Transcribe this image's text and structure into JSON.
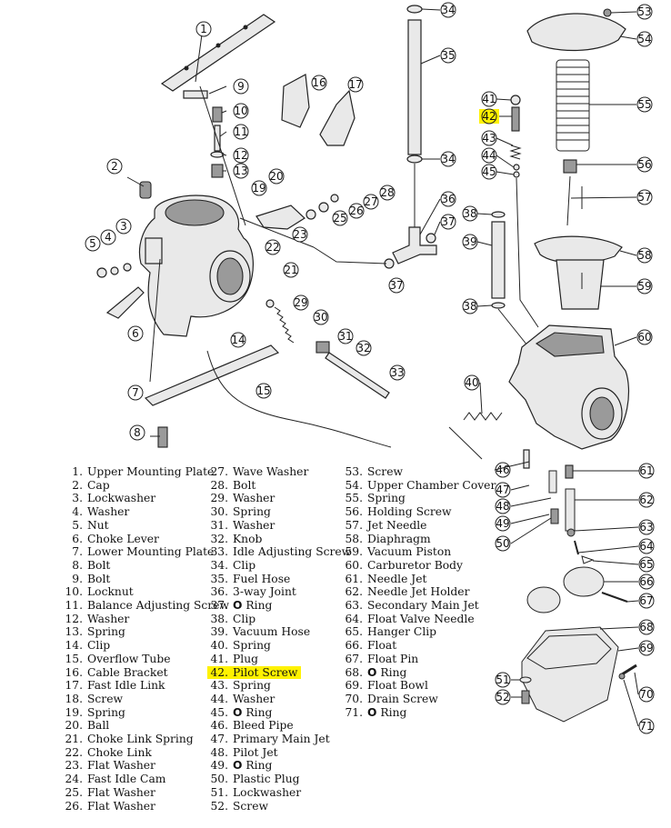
{
  "colors": {
    "highlight": "#fff200",
    "line": "#222222"
  },
  "parts": [
    {
      "num": "1.",
      "name": "Upper Mounting Plate"
    },
    {
      "num": "2.",
      "name": "Cap"
    },
    {
      "num": "3.",
      "name": "Lockwasher"
    },
    {
      "num": "4.",
      "name": "Washer"
    },
    {
      "num": "5.",
      "name": "Nut"
    },
    {
      "num": "6.",
      "name": "Choke Lever"
    },
    {
      "num": "7.",
      "name": "Lower Mounting Plate"
    },
    {
      "num": "8.",
      "name": "Bolt"
    },
    {
      "num": "9.",
      "name": "Bolt"
    },
    {
      "num": "10.",
      "name": "Locknut"
    },
    {
      "num": "11.",
      "name": "Balance Adjusting Screw"
    },
    {
      "num": "12.",
      "name": "Washer"
    },
    {
      "num": "13.",
      "name": "Spring"
    },
    {
      "num": "14.",
      "name": "Clip"
    },
    {
      "num": "15.",
      "name": "Overflow Tube"
    },
    {
      "num": "16.",
      "name": "Cable Bracket"
    },
    {
      "num": "17.",
      "name": "Fast Idle Link"
    },
    {
      "num": "18.",
      "name": "Screw"
    },
    {
      "num": "19.",
      "name": "Spring"
    },
    {
      "num": "20.",
      "name": "Ball"
    },
    {
      "num": "21.",
      "name": "Choke Link Spring"
    },
    {
      "num": "22.",
      "name": "Choke Link"
    },
    {
      "num": "23.",
      "name": "Flat Washer"
    },
    {
      "num": "24.",
      "name": "Fast Idle Cam"
    },
    {
      "num": "25.",
      "name": "Flat Washer"
    },
    {
      "num": "26.",
      "name": "Flat Washer"
    },
    {
      "num": "27.",
      "name": "Wave Washer"
    },
    {
      "num": "28.",
      "name": "Bolt"
    },
    {
      "num": "29.",
      "name": "Washer"
    },
    {
      "num": "30.",
      "name": "Spring"
    },
    {
      "num": "31.",
      "name": "Washer"
    },
    {
      "num": "32.",
      "name": "Knob"
    },
    {
      "num": "33.",
      "name": "Idle Adjusting Screw"
    },
    {
      "num": "34.",
      "name": "Clip"
    },
    {
      "num": "35.",
      "name": "Fuel Hose"
    },
    {
      "num": "36.",
      "name": "3-way Joint"
    },
    {
      "num": "37.",
      "name": "O Ring",
      "bold": "O",
      "rest": " Ring"
    },
    {
      "num": "38.",
      "name": "Clip"
    },
    {
      "num": "39.",
      "name": "Vacuum Hose"
    },
    {
      "num": "40.",
      "name": "Spring"
    },
    {
      "num": "41.",
      "name": "Plug"
    },
    {
      "num": "42.",
      "name": "Pilot Screw",
      "highlight": true
    },
    {
      "num": "43.",
      "name": "Spring"
    },
    {
      "num": "44.",
      "name": "Washer"
    },
    {
      "num": "45.",
      "name": "O Ring",
      "bold": "O",
      "rest": " Ring"
    },
    {
      "num": "46.",
      "name": "Bleed Pipe"
    },
    {
      "num": "47.",
      "name": "Primary Main Jet"
    },
    {
      "num": "48.",
      "name": "Pilot Jet"
    },
    {
      "num": "49.",
      "name": "O Ring",
      "bold": "O",
      "rest": " Ring"
    },
    {
      "num": "50.",
      "name": "Plastic Plug"
    },
    {
      "num": "51.",
      "name": "Lockwasher"
    },
    {
      "num": "52.",
      "name": "Screw"
    },
    {
      "num": "53.",
      "name": "Screw"
    },
    {
      "num": "54.",
      "name": "Upper Chamber Cover"
    },
    {
      "num": "55.",
      "name": "Spring"
    },
    {
      "num": "56.",
      "name": "Holding Screw"
    },
    {
      "num": "57.",
      "name": "Jet Needle"
    },
    {
      "num": "58.",
      "name": "Diaphragm"
    },
    {
      "num": "59.",
      "name": "Vacuum Piston"
    },
    {
      "num": "60.",
      "name": "Carburetor Body"
    },
    {
      "num": "61.",
      "name": "Needle Jet"
    },
    {
      "num": "62.",
      "name": "Needle Jet Holder"
    },
    {
      "num": "63.",
      "name": "Secondary Main Jet"
    },
    {
      "num": "64.",
      "name": "Float Valve Needle"
    },
    {
      "num": "65.",
      "name": "Hanger Clip"
    },
    {
      "num": "66.",
      "name": "Float"
    },
    {
      "num": "67.",
      "name": "Float Pin"
    },
    {
      "num": "68.",
      "name": "O Ring",
      "bold": "O",
      "rest": " Ring"
    },
    {
      "num": "69.",
      "name": "Float Bowl"
    },
    {
      "num": "70.",
      "name": "Drain Screw"
    },
    {
      "num": "71.",
      "name": "O Ring",
      "bold": "O",
      "rest": " Ring"
    }
  ],
  "callouts": [
    "1",
    "2",
    "3",
    "4",
    "5",
    "6",
    "7",
    "8",
    "9",
    "10",
    "11",
    "12",
    "13",
    "14",
    "15",
    "16",
    "17",
    "19",
    "20",
    "21",
    "22",
    "23",
    "25",
    "26",
    "27",
    "28",
    "29",
    "30",
    "31",
    "32",
    "33",
    "34",
    "34",
    "35",
    "36",
    "37",
    "37",
    "38",
    "38",
    "39",
    "40",
    "41",
    "42",
    "43",
    "44",
    "45",
    "46",
    "47",
    "48",
    "49",
    "50",
    "51",
    "52",
    "53",
    "54",
    "55",
    "56",
    "57",
    "58",
    "59",
    "60",
    "61",
    "62",
    "63",
    "64",
    "65",
    "66",
    "67",
    "68",
    "69",
    "70",
    "71"
  ]
}
